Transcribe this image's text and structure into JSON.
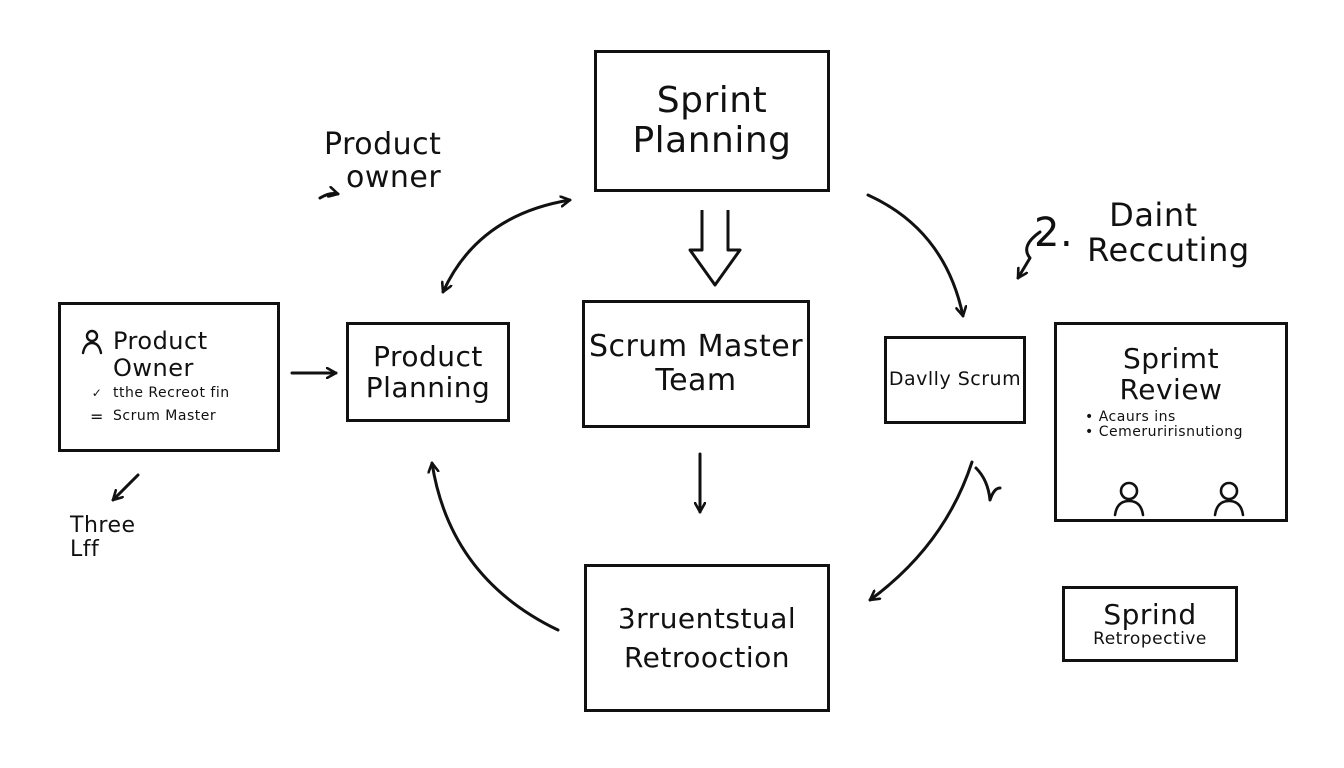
{
  "diagram": {
    "nodes": {
      "sprint_planning": {
        "line1": "Sprint",
        "line2": "Planning"
      },
      "product_planning": {
        "line1": "Product",
        "line2": "Planning"
      },
      "scrum_master_team": {
        "line1": "Scrum Master",
        "line2": "Team"
      },
      "daily_scrum": {
        "label": "Davlly Scrum"
      },
      "sprint_review": {
        "line1": "Sprimt",
        "line2": "Review",
        "bullets": [
          "Acaurs ins",
          "Cemeruririsnutiong"
        ]
      },
      "retrospective_center": {
        "line1": "3rruentstual",
        "line2": "Retrooction"
      },
      "sprint_retro_small": {
        "line1": "Sprind",
        "line2": "Retropective"
      },
      "roles_box": {
        "product": "Product",
        "owner": "Owner",
        "recruit": "tthe Recreot fin",
        "scrum_master": "Scrum Master"
      }
    },
    "annotations": {
      "product_owner": {
        "line1": "Product",
        "line2": "owner"
      },
      "daint_reccuting": {
        "number": "2.",
        "line1": "Daint",
        "line2": "Reccuting"
      },
      "three_lff": {
        "line1": "Three",
        "line2": "Lff"
      }
    }
  }
}
